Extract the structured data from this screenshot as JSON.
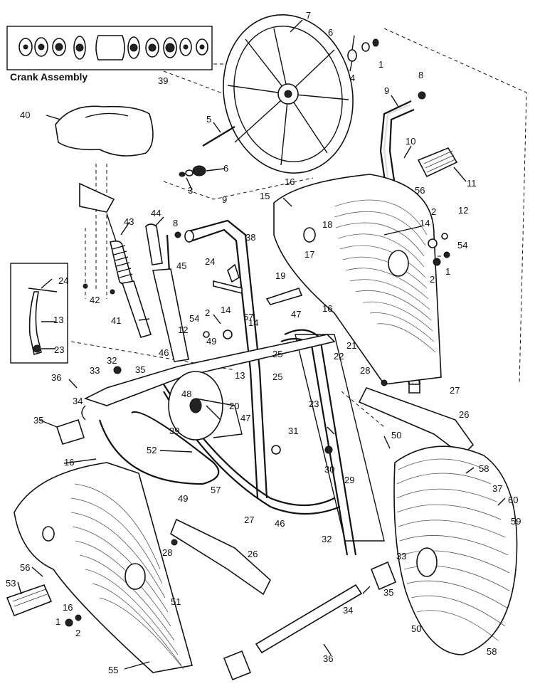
{
  "inset": {
    "title": "Crank Assembly",
    "ref": "39"
  },
  "labels": [
    {
      "id": "n1a",
      "text": "1"
    },
    {
      "id": "n4",
      "text": "4"
    },
    {
      "id": "n6a",
      "text": "6"
    },
    {
      "id": "n7",
      "text": "7"
    },
    {
      "id": "n8a",
      "text": "8"
    },
    {
      "id": "n9a",
      "text": "9"
    },
    {
      "id": "n10",
      "text": "10"
    },
    {
      "id": "n40",
      "text": "40"
    },
    {
      "id": "n5",
      "text": "5"
    },
    {
      "id": "n6b",
      "text": "6"
    },
    {
      "id": "n3",
      "text": "3"
    },
    {
      "id": "n16a",
      "text": "16"
    },
    {
      "id": "n11",
      "text": "11"
    },
    {
      "id": "n56a",
      "text": "56"
    },
    {
      "id": "n15",
      "text": "15"
    },
    {
      "id": "n9b",
      "text": "9"
    },
    {
      "id": "n2a",
      "text": "2"
    },
    {
      "id": "n12a",
      "text": "12"
    },
    {
      "id": "n44",
      "text": "44"
    },
    {
      "id": "n8b",
      "text": "8"
    },
    {
      "id": "n43",
      "text": "43"
    },
    {
      "id": "n38",
      "text": "38"
    },
    {
      "id": "n18",
      "text": "18"
    },
    {
      "id": "n14a",
      "text": "14"
    },
    {
      "id": "n54a",
      "text": "54"
    },
    {
      "id": "n17",
      "text": "17"
    },
    {
      "id": "n2b",
      "text": "2"
    },
    {
      "id": "n1b",
      "text": "1"
    },
    {
      "id": "n24a",
      "text": "24"
    },
    {
      "id": "n45",
      "text": "45"
    },
    {
      "id": "n24b",
      "text": "24"
    },
    {
      "id": "n19",
      "text": "19"
    },
    {
      "id": "n42",
      "text": "42"
    },
    {
      "id": "n13a",
      "text": "13"
    },
    {
      "id": "n16b",
      "text": "16"
    },
    {
      "id": "n47a",
      "text": "47"
    },
    {
      "id": "n41",
      "text": "41"
    },
    {
      "id": "n54b",
      "text": "54"
    },
    {
      "id": "n2c",
      "text": "2"
    },
    {
      "id": "n14b",
      "text": "14"
    },
    {
      "id": "n57a",
      "text": "57"
    },
    {
      "id": "n14c",
      "text": "14"
    },
    {
      "id": "n12b",
      "text": "12"
    },
    {
      "id": "n49a",
      "text": "49"
    },
    {
      "id": "n23a",
      "text": "23"
    },
    {
      "id": "n21",
      "text": "21"
    },
    {
      "id": "n22",
      "text": "22"
    },
    {
      "id": "n46a",
      "text": "46"
    },
    {
      "id": "n32a",
      "text": "32"
    },
    {
      "id": "n33a",
      "text": "33"
    },
    {
      "id": "n35a",
      "text": "35"
    },
    {
      "id": "n25a",
      "text": "25"
    },
    {
      "id": "n13b",
      "text": "13"
    },
    {
      "id": "n28a",
      "text": "28"
    },
    {
      "id": "n36a",
      "text": "36"
    },
    {
      "id": "n25b",
      "text": "25"
    },
    {
      "id": "n48",
      "text": "48"
    },
    {
      "id": "n27a",
      "text": "27"
    },
    {
      "id": "n34a",
      "text": "34"
    },
    {
      "id": "n20",
      "text": "20"
    },
    {
      "id": "n23b",
      "text": "23"
    },
    {
      "id": "n26a",
      "text": "26"
    },
    {
      "id": "n35b",
      "text": "35"
    },
    {
      "id": "n39",
      "text": "39"
    },
    {
      "id": "n47b",
      "text": "47"
    },
    {
      "id": "n31",
      "text": "31"
    },
    {
      "id": "n50a",
      "text": "50"
    },
    {
      "id": "n52",
      "text": "52"
    },
    {
      "id": "n30",
      "text": "30"
    },
    {
      "id": "n58a",
      "text": "58"
    },
    {
      "id": "n16c",
      "text": "16"
    },
    {
      "id": "n29",
      "text": "29"
    },
    {
      "id": "n37",
      "text": "37"
    },
    {
      "id": "n60",
      "text": "60"
    },
    {
      "id": "n49b",
      "text": "49"
    },
    {
      "id": "n57b",
      "text": "57"
    },
    {
      "id": "n59",
      "text": "59"
    },
    {
      "id": "n27b",
      "text": "27"
    },
    {
      "id": "n46b",
      "text": "46"
    },
    {
      "id": "n32b",
      "text": "32"
    },
    {
      "id": "n33b",
      "text": "33"
    },
    {
      "id": "n28b",
      "text": "28"
    },
    {
      "id": "n26b",
      "text": "26"
    },
    {
      "id": "n56b",
      "text": "56"
    },
    {
      "id": "n35c",
      "text": "35"
    },
    {
      "id": "n53",
      "text": "53"
    },
    {
      "id": "n16d",
      "text": "16"
    },
    {
      "id": "n51",
      "text": "51"
    },
    {
      "id": "n34b",
      "text": "34"
    },
    {
      "id": "n1c",
      "text": "1"
    },
    {
      "id": "n2d",
      "text": "2"
    },
    {
      "id": "n50b",
      "text": "50"
    },
    {
      "id": "n36b",
      "text": "36"
    },
    {
      "id": "n55",
      "text": "55"
    },
    {
      "id": "n58b",
      "text": "58"
    }
  ]
}
